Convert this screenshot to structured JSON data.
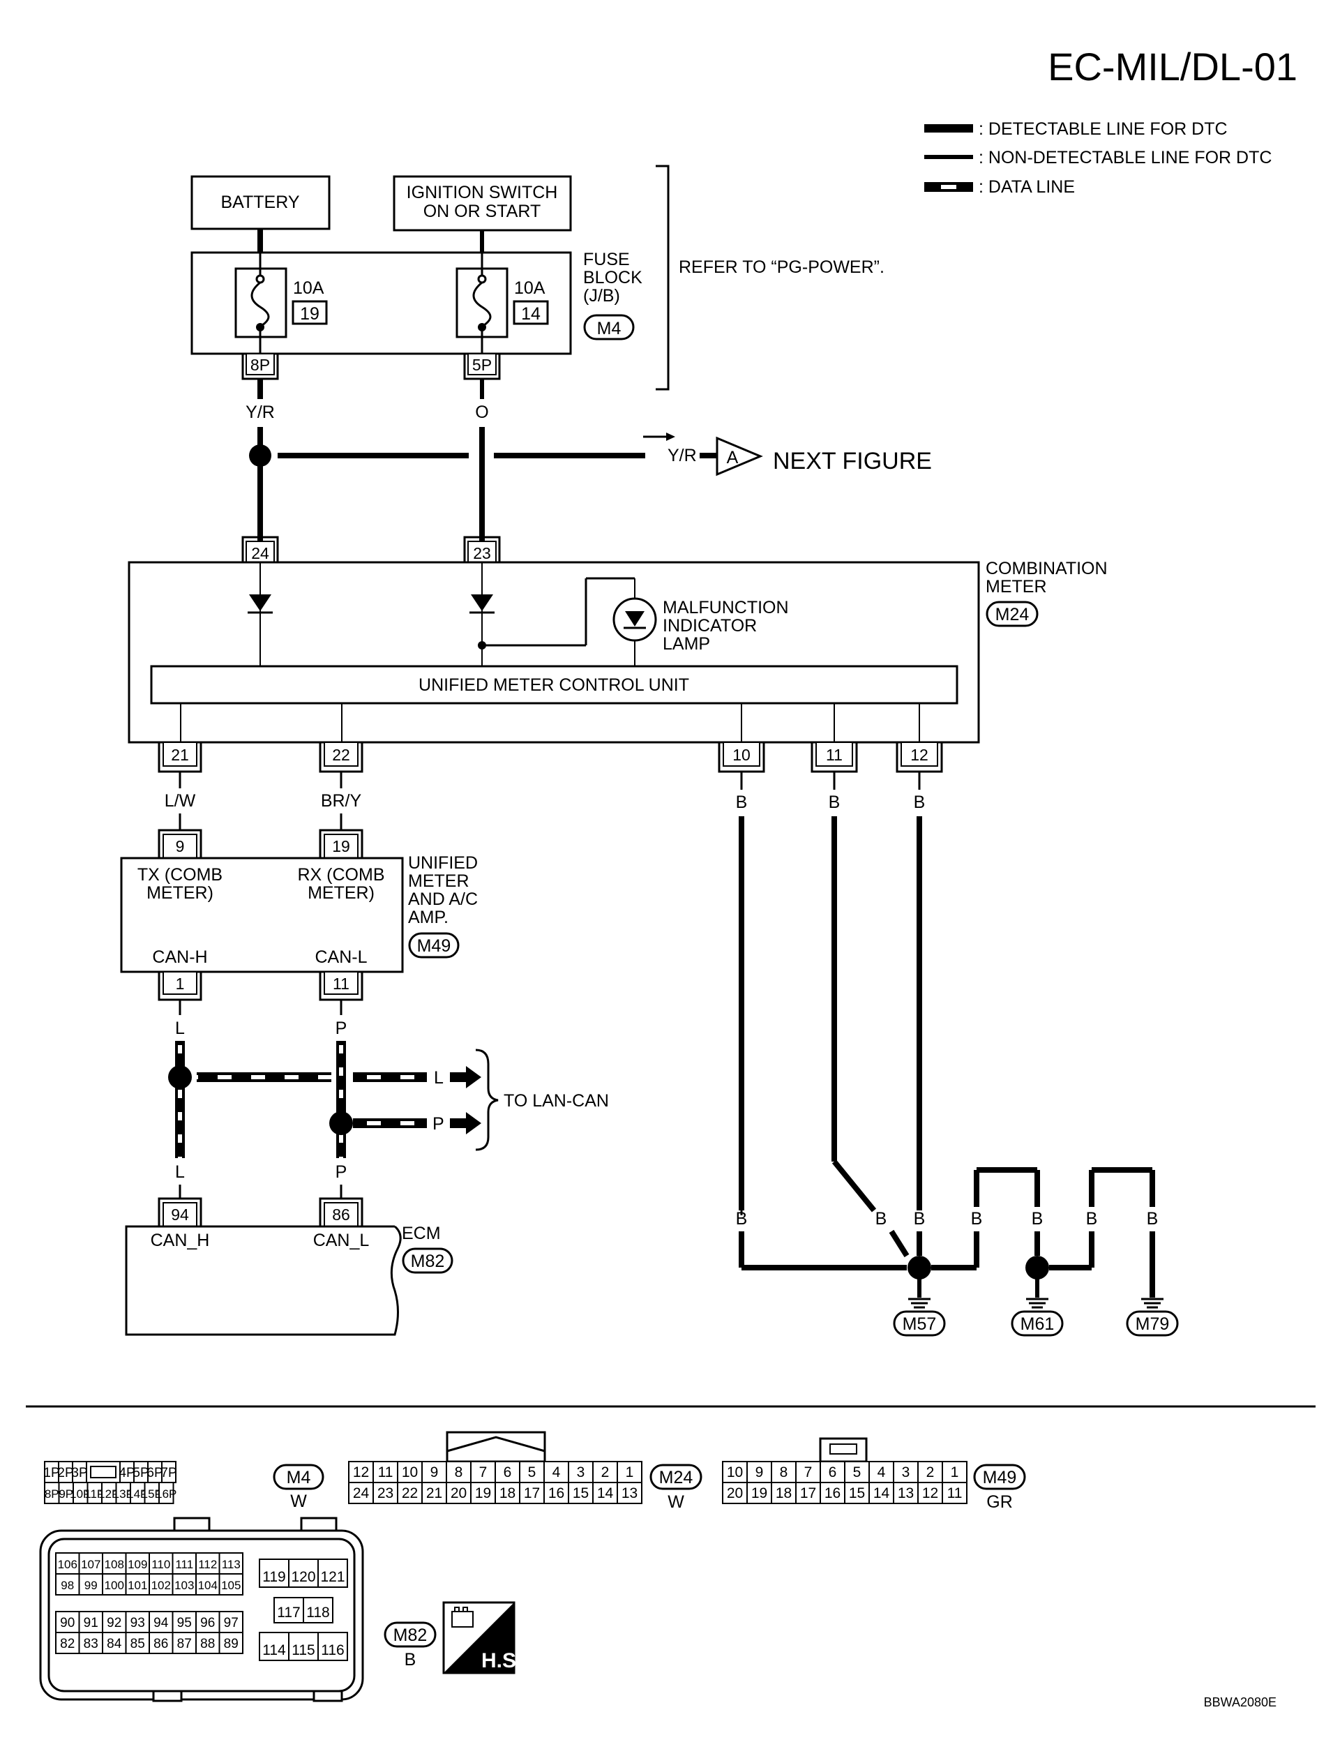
{
  "page_id": "EC-MIL/DL-01",
  "figure_code": "BBWA2080E",
  "legend": {
    "detectable": ": DETECTABLE LINE FOR DTC",
    "non_detectable": ": NON-DETECTABLE LINE FOR DTC",
    "data_line": ": DATA LINE"
  },
  "power": {
    "battery": "BATTERY",
    "ignition_line1": "IGNITION SWITCH",
    "ignition_line2": "ON OR START",
    "fuse_block_line1": "FUSE",
    "fuse_block_line2": "BLOCK",
    "fuse_block_line3": "(J/B)",
    "fuse_block_conn": "M4",
    "refer": "REFER TO “PG-POWER”.",
    "fuse1_amp": "10A",
    "fuse1_no": "19",
    "fuse2_amp": "10A",
    "fuse2_no": "14",
    "term1": "8P",
    "term2": "5P",
    "wire1": "Y/R",
    "wire2": "O",
    "next_wire": "Y/R",
    "next_letter": "A",
    "next_figure": "NEXT FIGURE"
  },
  "meter": {
    "pin24": "24",
    "pin23": "23",
    "name_line1": "COMBINATION",
    "name_line2": "METER",
    "conn": "M24",
    "mil_line1": "MALFUNCTION",
    "mil_line2": "INDICATOR",
    "mil_line3": "LAMP",
    "unit": "UNIFIED METER CONTROL UNIT",
    "pin21": "21",
    "pin22": "22",
    "pin10": "10",
    "pin11": "11",
    "pin12": "12",
    "wire21": "L/W",
    "wire22": "BR/Y",
    "wire_b": "B"
  },
  "amp": {
    "pin9": "9",
    "pin19": "19",
    "tx_line1": "TX (COMB",
    "tx_line2": "METER)",
    "rx_line1": "RX (COMB",
    "rx_line2": "METER)",
    "can_h": "CAN-H",
    "can_l": "CAN-L",
    "name_line1": "UNIFIED",
    "name_line2": "METER",
    "name_line3": "AND A/C",
    "name_line4": "AMP.",
    "conn": "M49",
    "pin1": "1",
    "pin11": "11",
    "wire_l": "L",
    "wire_p": "P",
    "to_lan": "TO LAN-CAN"
  },
  "ecm": {
    "pin94": "94",
    "pin86": "86",
    "can_h": "CAN_H",
    "can_l": "CAN_L",
    "name": "ECM",
    "conn": "M82"
  },
  "grounds": [
    "M57",
    "M61",
    "M79"
  ],
  "connectors": {
    "m4": {
      "label": "M4",
      "color": "W",
      "top": [
        "1P",
        "2P",
        "3P",
        "",
        "4P",
        "5P",
        "6P",
        "7P"
      ],
      "bottom": [
        "8P",
        "9P",
        "10P",
        "11P",
        "12P",
        "13P",
        "14P",
        "15P",
        "16P"
      ]
    },
    "m24": {
      "label": "M24",
      "color": "W",
      "top": [
        "12",
        "11",
        "10",
        "9",
        "8",
        "7",
        "6",
        "5",
        "4",
        "3",
        "2",
        "1"
      ],
      "bottom": [
        "24",
        "23",
        "22",
        "21",
        "20",
        "19",
        "18",
        "17",
        "16",
        "15",
        "14",
        "13"
      ]
    },
    "m49": {
      "label": "M49",
      "color": "GR",
      "top": [
        "10",
        "9",
        "8",
        "7",
        "6",
        "5",
        "4",
        "3",
        "2",
        "1"
      ],
      "bottom": [
        "20",
        "19",
        "18",
        "17",
        "16",
        "15",
        "14",
        "13",
        "12",
        "11"
      ]
    },
    "m82": {
      "label": "M82",
      "color": "B",
      "row1": [
        "106",
        "107",
        "108",
        "109",
        "110",
        "111",
        "112",
        "113"
      ],
      "row2": [
        "98",
        "99",
        "100",
        "101",
        "102",
        "103",
        "104",
        "105"
      ],
      "row3": [
        "90",
        "91",
        "92",
        "93",
        "94",
        "95",
        "96",
        "97"
      ],
      "row4": [
        "82",
        "83",
        "84",
        "85",
        "86",
        "87",
        "88",
        "89"
      ],
      "right_top": [
        "119",
        "120",
        "121"
      ],
      "right_mid": [
        "117",
        "118"
      ],
      "right_bottom": [
        "114",
        "115",
        "116"
      ],
      "hs": "H.S."
    }
  }
}
